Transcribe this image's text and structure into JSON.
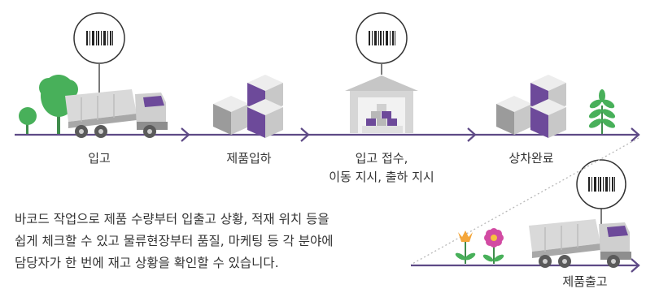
{
  "colors": {
    "timeline": "#5e4a86",
    "accent_purple": "#6d4a9a",
    "tree_green": "#48b05a",
    "gray_dark": "#8e8e8e",
    "gray_light": "#d9d9d9",
    "dotted_line": "#b8b8b8",
    "text": "#333333"
  },
  "stages": [
    {
      "label": "입고",
      "icon": "truck-with-trees-icon"
    },
    {
      "label": "제품입하",
      "icon": "boxes-icon"
    },
    {
      "label_line1": "입고 접수,",
      "label_line2": "이동 지시, 출하 지시",
      "icon": "warehouse-icon"
    },
    {
      "label": "상차완료",
      "icon": "boxes-with-plant-icon"
    },
    {
      "label": "제품출고",
      "icon": "truck-with-flowers-icon"
    }
  ],
  "description": {
    "line1": "바코드 작업으로 제품 수량부터 입출고 상황, 적재 위치 등을",
    "line2": "쉽게 체크할 수 있고 물류현장부터 품질, 마케팅 등 각 분야에",
    "line3": "담당자가 한 번에 재고 상황을 확인할 수 있습니다."
  },
  "barcode_icon": "barcode-icon"
}
